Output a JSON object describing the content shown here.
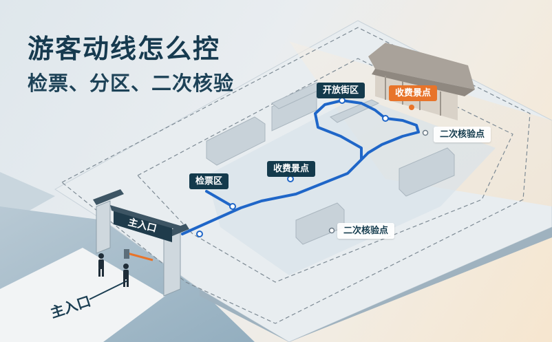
{
  "title": {
    "main": "游客动线怎么控",
    "sub": "检票、分区、二次核验"
  },
  "labels": {
    "shopping_street": "开放街区",
    "paid_spot_top": "收费景点",
    "secondary_check_right": "二次核验点",
    "paid_spot_mid": "收费景点",
    "ticket_zone": "检票区",
    "secondary_check_bottom": "二次核验点",
    "gate_sign": "主入口",
    "main_entrance": "主入口"
  },
  "colors": {
    "route": "#1f66c8",
    "tag_dark": "#143a4c",
    "tag_accent": "#e8742a",
    "title": "#163a4f"
  }
}
